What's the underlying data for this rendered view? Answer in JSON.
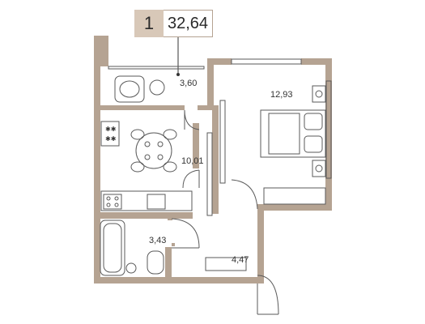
{
  "apartment": {
    "rooms": "1",
    "total_area": "32,64"
  },
  "rooms": {
    "balcony_area": "3,60",
    "bedroom_area": "12,93",
    "kitchen_area": "10,01",
    "bathroom_area": "3,43",
    "hallway_area": "4,47"
  },
  "colors": {
    "wall": "#b5a392",
    "badge_fill": "#d8c8b8",
    "line": "#5a5a5a"
  }
}
